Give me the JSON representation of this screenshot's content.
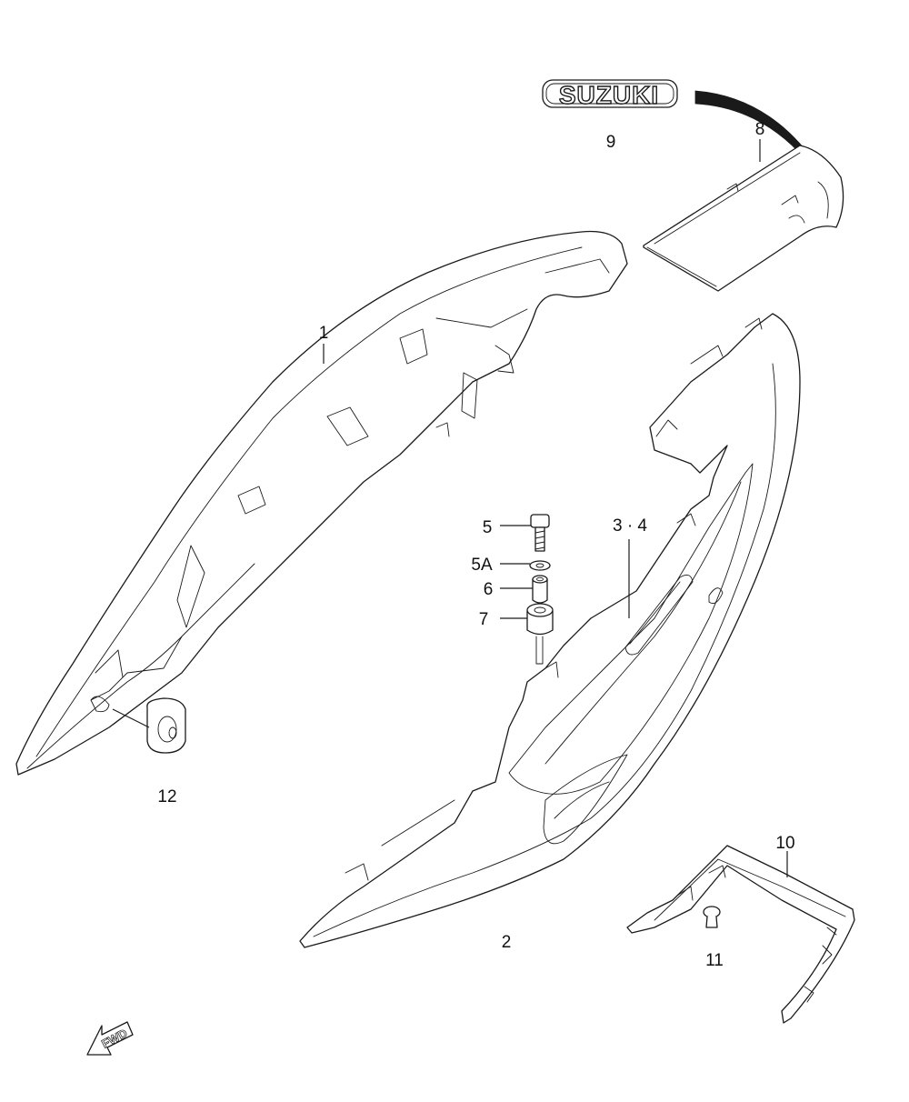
{
  "diagram": {
    "callouts": [
      {
        "id": "1",
        "text": "1"
      },
      {
        "id": "2",
        "text": "2"
      },
      {
        "id": "3-4",
        "text": "3 · 4"
      },
      {
        "id": "5",
        "text": "5"
      },
      {
        "id": "5A",
        "text": "5A"
      },
      {
        "id": "6",
        "text": "6"
      },
      {
        "id": "7",
        "text": "7"
      },
      {
        "id": "8",
        "text": "8"
      },
      {
        "id": "9",
        "text": "9"
      },
      {
        "id": "10",
        "text": "10"
      },
      {
        "id": "11",
        "text": "11"
      },
      {
        "id": "12",
        "text": "12"
      }
    ],
    "emblem_text": "SUZUKI",
    "fwd_arrow_text": "FWD"
  }
}
